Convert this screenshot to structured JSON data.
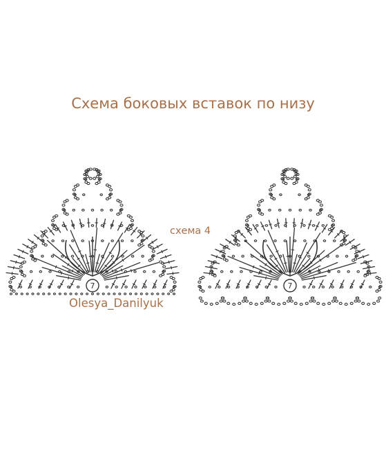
{
  "title": "Схема боковых вставок по низу",
  "scheme_label": "схема 4",
  "author": "Olesya_Danilyuk",
  "center_marker": "7",
  "colors": {
    "text": "#a8704a",
    "ink": "#333333"
  }
}
